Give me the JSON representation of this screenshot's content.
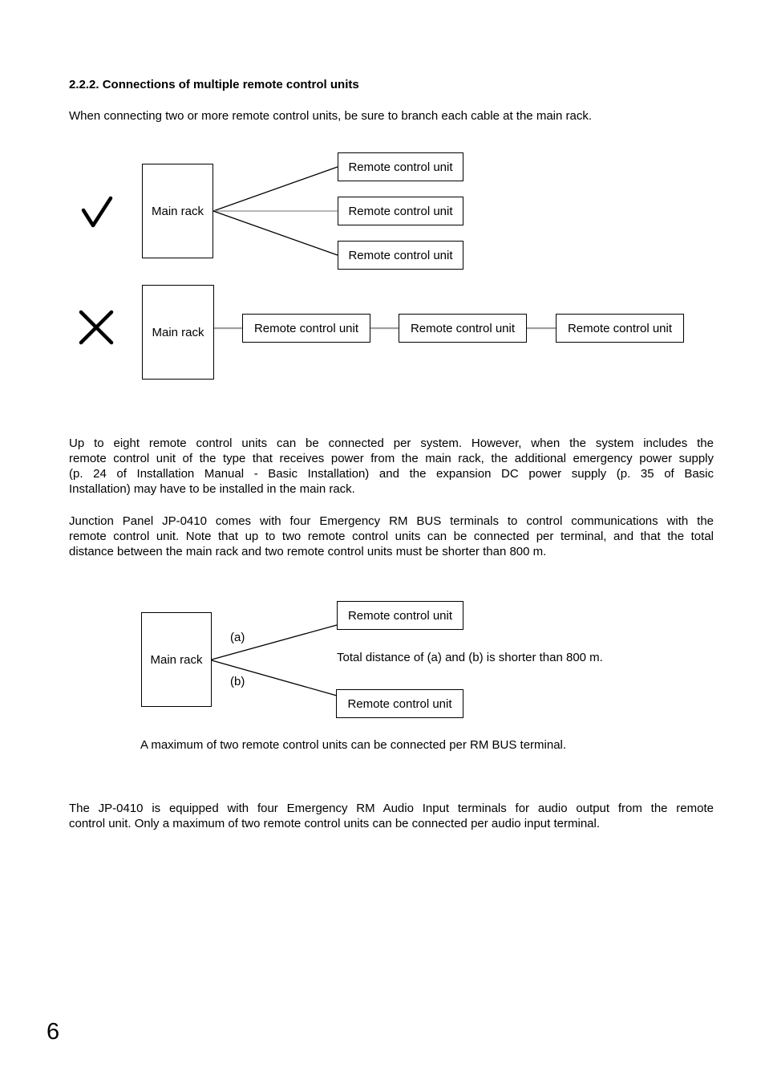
{
  "page": {
    "number": "6"
  },
  "section": {
    "heading": "2.2.2. Connections of multiple remote control units",
    "intro": "When connecting two or more remote control units, be sure to branch each cable at the main rack."
  },
  "diagram_correct": {
    "mark": "check",
    "main_rack_label": "Main rack",
    "units": [
      "Remote control unit",
      "Remote control unit",
      "Remote control unit"
    ]
  },
  "diagram_incorrect": {
    "mark": "cross",
    "main_rack_label": "Main rack",
    "units": [
      "Remote control unit",
      "Remote control unit",
      "Remote control unit"
    ]
  },
  "paragraphs": {
    "system_limit": {
      "lines": [
        "Up to eight remote control units can be connected per system. However, when the system includes the",
        "remote control unit of the type that receives power from the main rack, the additional emergency power supply",
        "(p. 24 of Installation Manual - Basic Installation) and the expansion DC power supply (p. 35 of Basic",
        "Installation) may have to be installed in the main rack."
      ]
    },
    "junction_panel": {
      "lines": [
        "Junction Panel JP-0410 comes with four Emergency RM BUS terminals to control communications with the",
        "remote control unit. Note that up to two remote control units can be connected per terminal, and that the total",
        "distance between the main rack and two remote control units must be shorter than 800 m."
      ]
    },
    "audio_input": {
      "lines": [
        "The JP-0410 is equipped with four Emergency RM Audio Input terminals for audio output from the remote",
        "control unit. Only a maximum of two remote control units can be connected per audio input terminal."
      ]
    }
  },
  "diagram_distance": {
    "main_rack_label": "Main rack",
    "branch_a_label": "(a)",
    "branch_b_label": "(b)",
    "unit_top": "Remote control unit",
    "unit_bottom": "Remote control unit",
    "note": "Total distance of (a) and (b) is shorter than 800 m."
  },
  "caption_rm_bus": "A maximum of two remote control units can be connected per RM BUS terminal.",
  "colors": {
    "text": "#000000",
    "background": "#ffffff",
    "cable_line": "#000000",
    "connector_gray": "#a0a0a0"
  }
}
